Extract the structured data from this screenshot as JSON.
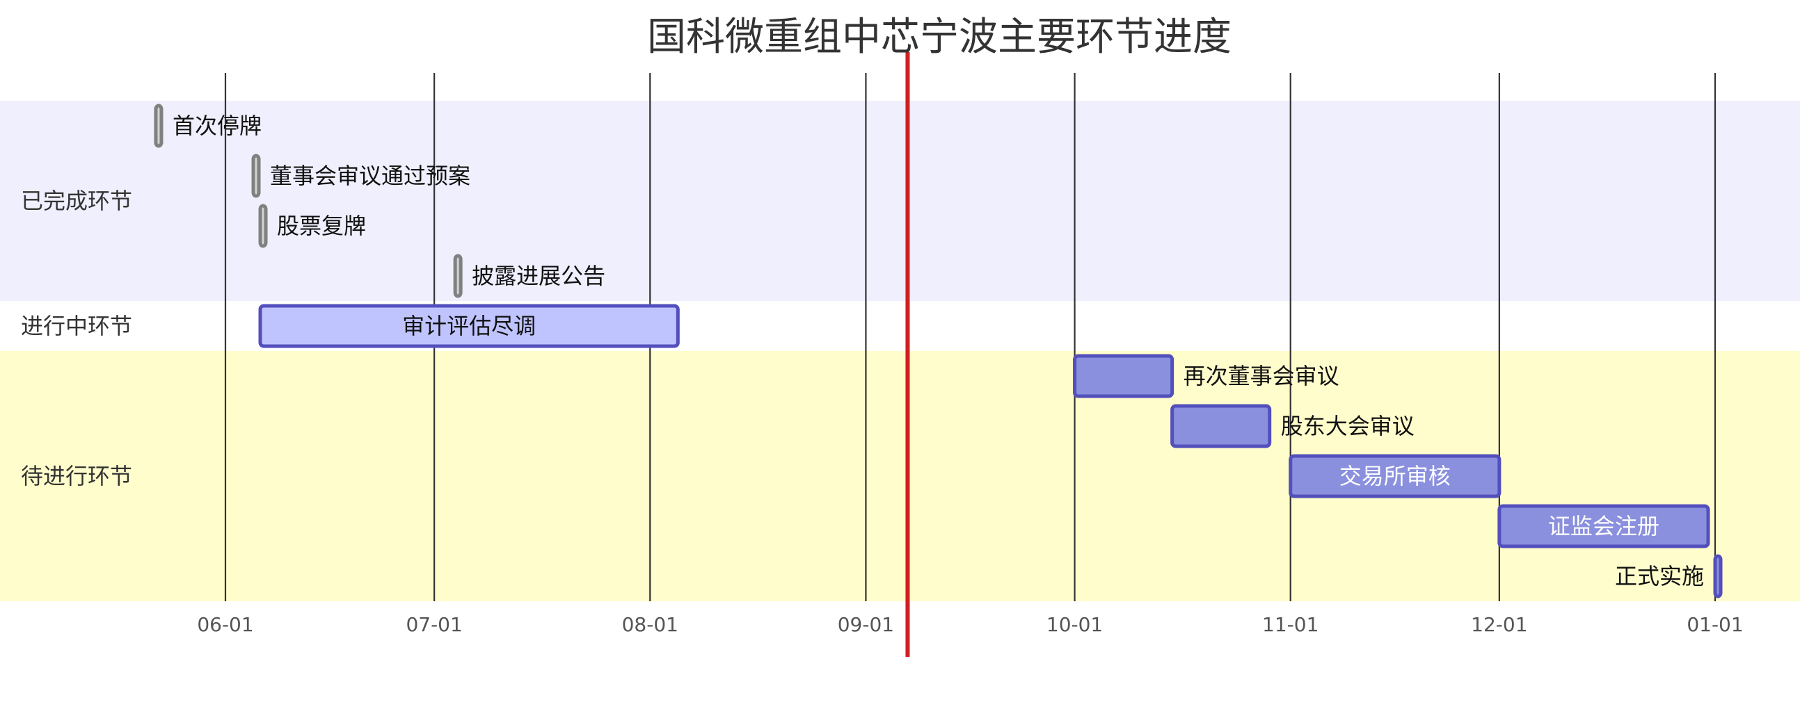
{
  "chart_data": {
    "type": "gantt",
    "title": "国科微重组中芯宁波主要环节进度",
    "x_axis": {
      "start": "2025-05-01",
      "end": "2026-01-13",
      "ticks": [
        "2025-06-01",
        "2025-07-01",
        "2025-08-01",
        "2025-09-01",
        "2025-10-01",
        "2025-11-01",
        "2025-12-01",
        "2026-01-01"
      ],
      "tick_labels": [
        "06-01",
        "07-01",
        "08-01",
        "09-01",
        "10-01",
        "11-01",
        "12-01",
        "01-01"
      ],
      "grid": true
    },
    "today_marker": "2025-09-07",
    "sections": [
      {
        "name": "已完成环节",
        "status": "done",
        "tasks": [
          {
            "label": "首次停牌",
            "start": "2025-05-22",
            "end": "2025-05-23"
          },
          {
            "label": "董事会审议通过预案",
            "start": "2025-06-05",
            "end": "2025-06-06"
          },
          {
            "label": "股票复牌",
            "start": "2025-06-06",
            "end": "2025-06-07"
          },
          {
            "label": "披露进展公告",
            "start": "2025-07-04",
            "end": "2025-07-05"
          }
        ]
      },
      {
        "name": "进行中环节",
        "status": "active",
        "tasks": [
          {
            "label": "审计评估尽调",
            "start": "2025-06-06",
            "end": "2025-08-05"
          }
        ]
      },
      {
        "name": "待进行环节",
        "status": "pending",
        "tasks": [
          {
            "label": "再次董事会审议",
            "start": "2025-10-01",
            "end": "2025-10-15"
          },
          {
            "label": "股东大会审议",
            "start": "2025-10-15",
            "end": "2025-10-29"
          },
          {
            "label": "交易所审核",
            "start": "2025-11-01",
            "end": "2025-12-01"
          },
          {
            "label": "证监会注册",
            "start": "2025-12-01",
            "end": "2025-12-31"
          },
          {
            "label": "正式实施",
            "start": "2026-01-01",
            "end": "2026-01-02"
          }
        ]
      }
    ],
    "colors": {
      "done_section_bg": "#efeffd",
      "pending_section_bg": "#fffdcb",
      "done_fill": "#d3d3d3",
      "done_stroke": "#808080",
      "active_fill": "#bfc4ff",
      "active_stroke": "#534fbc",
      "pending_fill": "#8a90dd",
      "pending_stroke": "#534fbc",
      "grid": "#333333",
      "today": "#d11f1f"
    }
  }
}
